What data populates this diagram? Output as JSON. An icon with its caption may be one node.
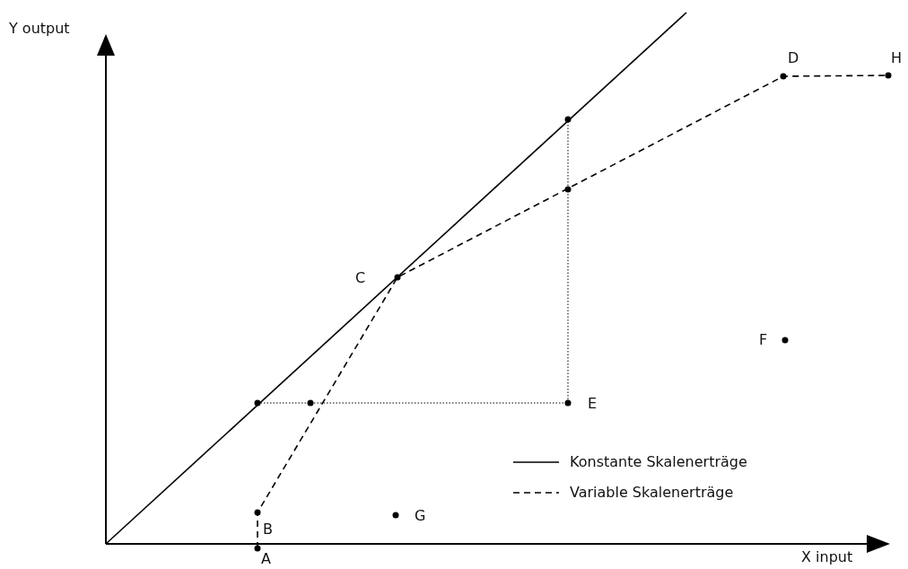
{
  "diagram": {
    "labels": [
      "Y output",
      "D",
      "H",
      "C",
      "F",
      "E",
      "G",
      "B",
      "X input",
      "A"
    ],
    "legend": [
      {
        "text": "Konstante Skalenerträge"
      },
      {
        "text": "Variable Skalenerträge"
      }
    ]
  }
}
